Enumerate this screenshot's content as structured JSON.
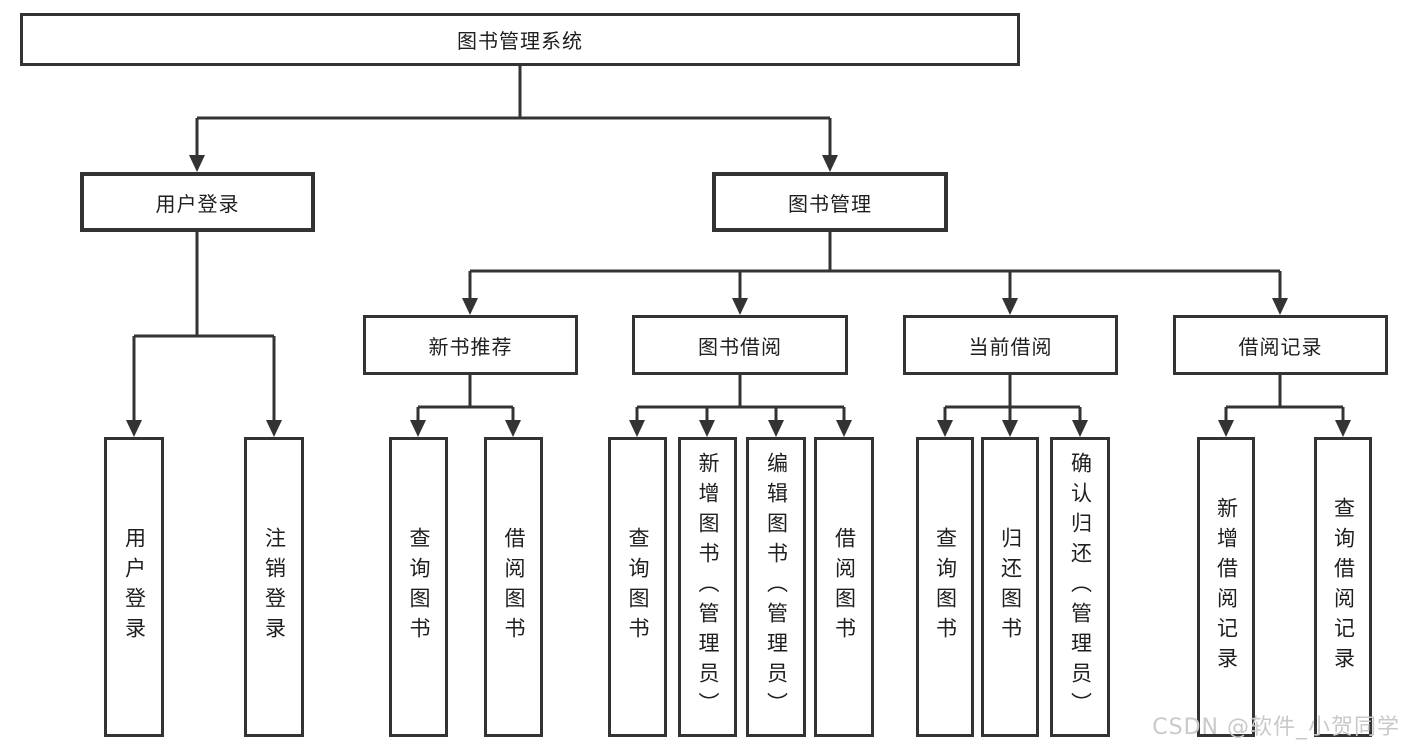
{
  "diagram": {
    "title": "图书管理系统",
    "children": [
      {
        "label": "用户登录",
        "children": [
          {
            "label": "用户登录"
          },
          {
            "label": "注销登录"
          }
        ]
      },
      {
        "label": "图书管理",
        "children": [
          {
            "label": "新书推荐",
            "children": [
              {
                "label": "查询图书"
              },
              {
                "label": "借阅图书"
              }
            ]
          },
          {
            "label": "图书借阅",
            "children": [
              {
                "label": "查询图书"
              },
              {
                "label": "新增图书（管理员）"
              },
              {
                "label": "编辑图书（管理员）"
              },
              {
                "label": "借阅图书"
              }
            ]
          },
          {
            "label": "当前借阅",
            "children": [
              {
                "label": "查询图书"
              },
              {
                "label": "归还图书"
              },
              {
                "label": "确认归还（管理员）"
              }
            ]
          },
          {
            "label": "借阅记录",
            "children": [
              {
                "label": "新增借阅记录"
              },
              {
                "label": "查询借阅记录"
              }
            ]
          }
        ]
      }
    ]
  },
  "watermark": "CSDN @软件_小贺同学",
  "colors": {
    "line": "#333333",
    "border": "#333333",
    "text": "#1f1f1f",
    "watermark": "#c9c9c9",
    "background": "#ffffff"
  }
}
